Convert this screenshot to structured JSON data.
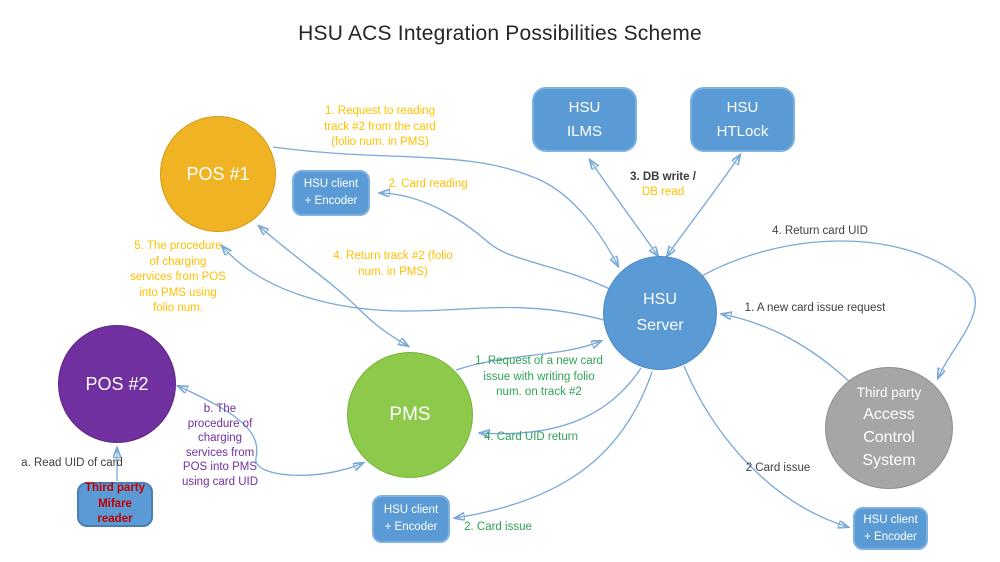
{
  "title": "HSU ACS Integration Possibilities Scheme",
  "nodes": {
    "pos1": {
      "label": "POS #1"
    },
    "pos2": {
      "label": "POS #2"
    },
    "pms": {
      "label": "PMS"
    },
    "server": {
      "label": "HSU\nServer"
    },
    "acs": {
      "label_top": "Third party",
      "label_main": "Access\nControl\nSystem"
    },
    "ilms": {
      "label": "HSU\nILMS"
    },
    "htlock": {
      "label": "HSU\nHTLock"
    },
    "client_pos1": {
      "label": "HSU client\n+ Encoder"
    },
    "client_pms": {
      "label": "HSU client\n+ Encoder"
    },
    "client_acs": {
      "label": "HSU client\n+ Encoder"
    },
    "mifare": {
      "label": "Third party\nMifare\nreader"
    }
  },
  "edge_labels": {
    "req_read_track": {
      "text": "1. Request to reading\ntrack #2 from the card\n(folio num. in PMS)",
      "color": "#FFC000"
    },
    "card_reading": {
      "text": "2. Card reading",
      "color": "#FFC000"
    },
    "return_track": {
      "text": "4. Return track #2 (folio\nnum. in PMS)",
      "color": "#FFC000"
    },
    "charge_folio": {
      "text": "5. The procedure\nof charging\nservices from POS\ninto PMS using\nfolio num.",
      "color": "#FFC000"
    },
    "db_write": {
      "text": "3. DB write /",
      "color": "#3B3B3B"
    },
    "db_read": {
      "text": "DB read",
      "color": "#FFC000"
    },
    "return_card_uid": {
      "text": "4. Return card UID",
      "color": "#404040"
    },
    "new_card_issue_request": {
      "text": "1. A new card issue request",
      "color": "#404040"
    },
    "card_issue_acs": {
      "text": "2 Card issue",
      "color": "#404040"
    },
    "read_uid": {
      "text": "a. Read UID of card",
      "color": "#404040"
    },
    "req_new_card": {
      "text": "1. Request of a new card\nissue with writing folio\nnum. on track #2",
      "color": "#2FA356"
    },
    "card_uid_return": {
      "text": "4. Card UID return",
      "color": "#2FA356"
    },
    "card_issue_pms": {
      "text": "2. Card issue",
      "color": "#2FA356"
    },
    "charge_uid": {
      "text": "b. The\nprocedure of\ncharging\nservices from\nPOS into PMS\nusing card UID",
      "color": "#7030A0"
    }
  },
  "colors": {
    "node_blue": "#5B9BD5",
    "node_orange": "#F0B323",
    "node_purple": "#7030A0",
    "node_green": "#8DC94B",
    "node_gray": "#A6A6A6",
    "connector_blue": "#79A8D9",
    "arrowhead_blue": "#4A8BC9",
    "label_yellow": "#FFC000",
    "label_green": "#2FA356",
    "label_purple": "#7030A0",
    "label_red": "#C00000",
    "label_black": "#404040",
    "title_color": "#262626"
  }
}
